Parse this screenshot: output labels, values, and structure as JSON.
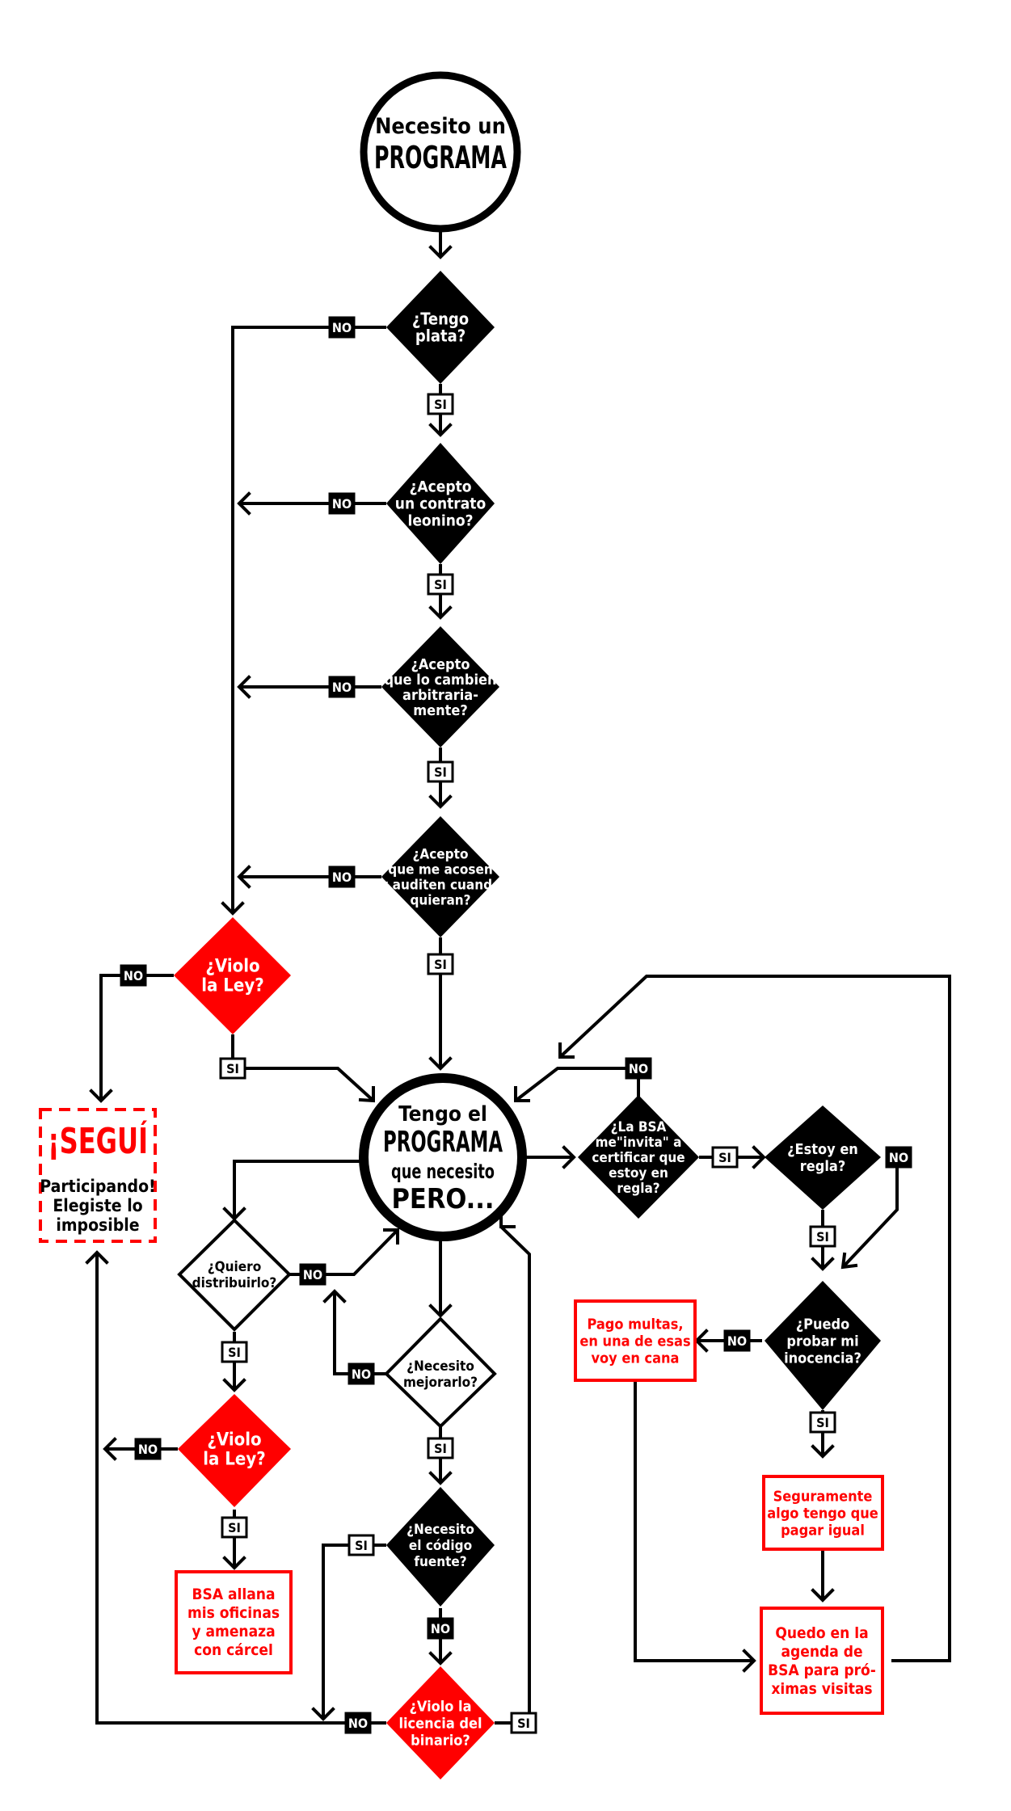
{
  "colors": {
    "black": "#000000",
    "red": "#ff0000",
    "white": "#ffffff"
  },
  "labels": {
    "si": "SI",
    "no": "NO"
  },
  "start": {
    "line1": "Necesito un",
    "line2": "PROGRAMA"
  },
  "q_plata": [
    "¿Tengo",
    "plata?"
  ],
  "q_contrato": [
    "¿Acepto",
    "un contrato",
    "leonino?"
  ],
  "q_cambien": [
    "¿Acepto",
    "que lo cambien",
    "arbitraria-",
    "mente?"
  ],
  "q_acosen": [
    "¿Acepto",
    "que me acosen",
    "y auditen cuando",
    "quieran?"
  ],
  "q_viola1": [
    "¿Violo",
    "la Ley?"
  ],
  "segui": {
    "title": "¡SEGUÍ",
    "lines": [
      "Participando!",
      "Elegiste lo",
      "imposible"
    ]
  },
  "center": {
    "line1": "Tengo el",
    "line2": "PROGRAMA",
    "line3": "que necesito",
    "line4": "PERO..."
  },
  "q_bsa": [
    "¿La BSA",
    "me\"invita\" a",
    "certificar que",
    "estoy en",
    "regla?"
  ],
  "q_regla": [
    "¿Estoy en",
    "regla?"
  ],
  "q_inocencia": [
    "¿Puedo",
    "probar mi",
    "inocencia?"
  ],
  "r_multas": [
    "Pago multas,",
    "en una de esas",
    "voy en cana"
  ],
  "r_seguramente": [
    "Seguramente",
    "algo tengo que",
    "pagar igual"
  ],
  "r_agenda": [
    "Quedo en la",
    "agenda de",
    "BSA para pró-",
    "ximas visitas"
  ],
  "q_distribuir": [
    "¿Quiero",
    "distribuirlo?"
  ],
  "q_viola2": [
    "¿Violo",
    "la Ley?"
  ],
  "r_allana": [
    "BSA allana",
    "mis oficinas",
    "y amenaza",
    "con cárcel"
  ],
  "q_mejorar": [
    "¿Necesito",
    "mejorarlo?"
  ],
  "q_codigo": [
    "¿Necesito",
    "el código",
    "fuente?"
  ],
  "q_licencia": [
    "¿Violo la",
    "licencia del",
    "binario?"
  ]
}
